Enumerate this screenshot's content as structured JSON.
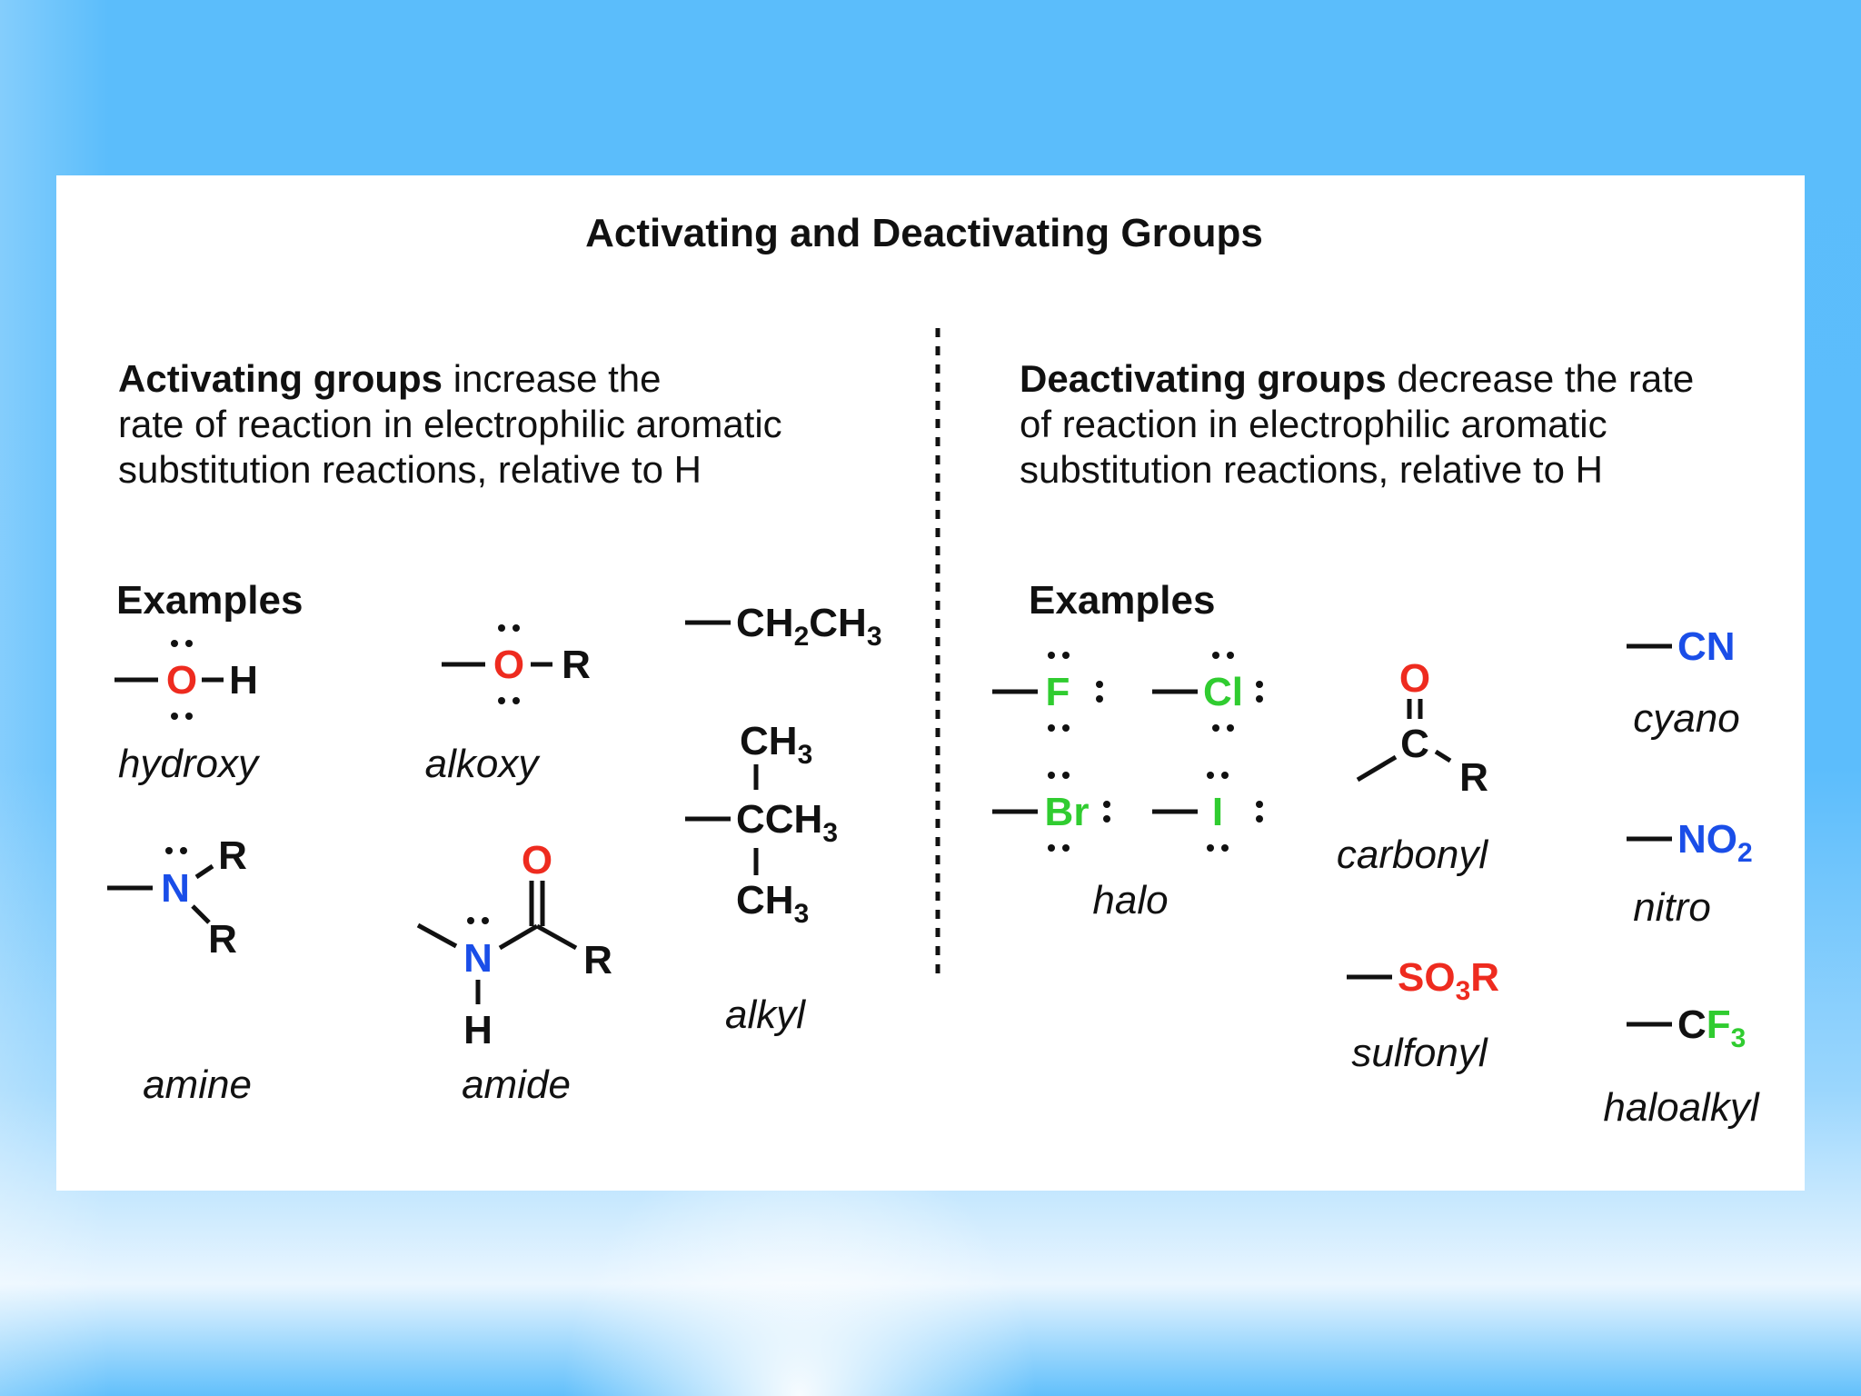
{
  "title": "Activating and Deactivating Groups",
  "activating": {
    "lead": "Activating groups",
    "line1_rest": " increase the",
    "line2": "rate of reaction in electrophilic aromatic",
    "line3": "substitution reactions, relative to H",
    "examples_label": "Examples",
    "names": {
      "hydroxy": "hydroxy",
      "alkoxy": "alkoxy",
      "amine": "amine",
      "amide": "amide",
      "alkyl": "alkyl"
    },
    "atoms": {
      "O": "O",
      "H": "H",
      "R": "R",
      "N": "N",
      "CH2CH3_a": "CH",
      "CH2CH3_b": "2",
      "CH2CH3_c": "CH",
      "CH2CH3_d": "3",
      "CH": "CH",
      "CCH": "CCH",
      "sub3": "3"
    }
  },
  "deactivating": {
    "lead": "Deactivating groups",
    "line1_rest": " decrease the rate",
    "line2": "of reaction in electrophilic aromatic",
    "line3": "substitution reactions, relative to H",
    "examples_label": "Examples",
    "names": {
      "halo": "halo",
      "carbonyl": "carbonyl",
      "sulfonyl": "sulfonyl",
      "cyano": "cyano",
      "nitro": "nitro",
      "haloalkyl": "haloalkyl"
    },
    "atoms": {
      "F": "F",
      "Cl": "Cl",
      "Br": "Br",
      "I": "I",
      "O": "O",
      "C": "C",
      "R": "R",
      "SO": "SO",
      "sub3": "3",
      "CN": "CN",
      "NO": "NO",
      "sub2": "2",
      "CF": "CF"
    }
  },
  "colors": {
    "oxygen": "#ee2b1f",
    "nitrogen": "#1a4ee8",
    "halogen": "#30cc30",
    "text": "#111111"
  }
}
